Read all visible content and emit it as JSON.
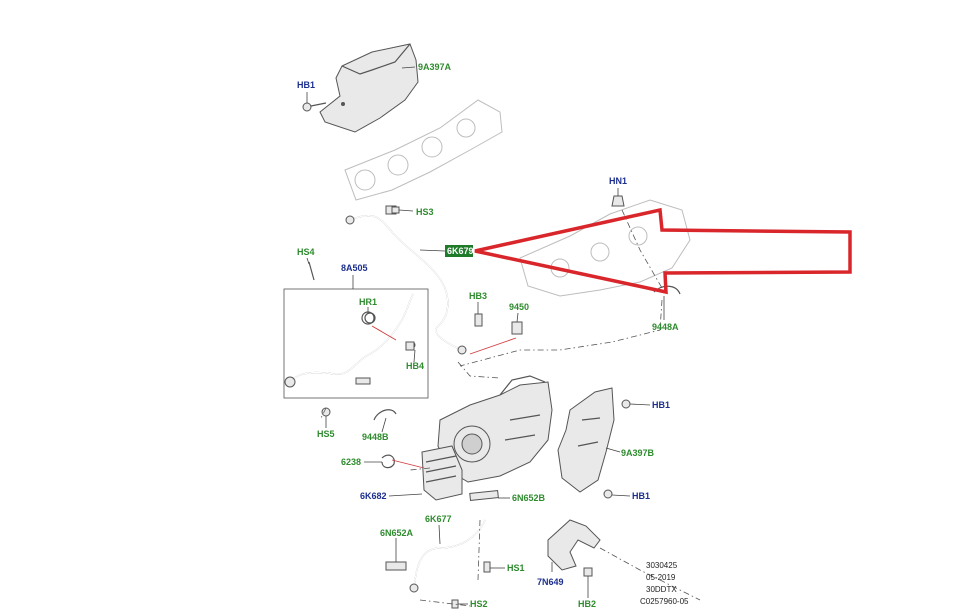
{
  "diagram": {
    "colors": {
      "green_label": "#2e8b2e",
      "blue_label": "#1c2f8f",
      "highlight_box": "#1f7a2a",
      "arrow": "#d9262b"
    },
    "labels": {
      "hb1_top": "HB1",
      "9a397a": "9A397A",
      "hn1": "HN1",
      "hs3": "HS3",
      "6k679": "6K679",
      "hs4": "HS4",
      "8a505": "8A505",
      "hr1": "HR1",
      "hb4": "HB4",
      "hb3": "HB3",
      "9450": "9450",
      "9448a": "9448A",
      "hs5": "HS5",
      "9448b": "9448B",
      "hb1_right": "HB1",
      "9a397b": "9A397B",
      "6238": "6238",
      "hb1_lower": "HB1",
      "6k682": "6K682",
      "6n652b": "6N652B",
      "6n652a": "6N652A",
      "6k677": "6K677",
      "hs1": "HS1",
      "7n649": "7N649",
      "hs2": "HS2",
      "hb2": "HB2"
    },
    "stamp": {
      "line1": "3030425",
      "line2": "05-2019",
      "line3": "30DDTX",
      "line4": "C0257960-05"
    }
  }
}
